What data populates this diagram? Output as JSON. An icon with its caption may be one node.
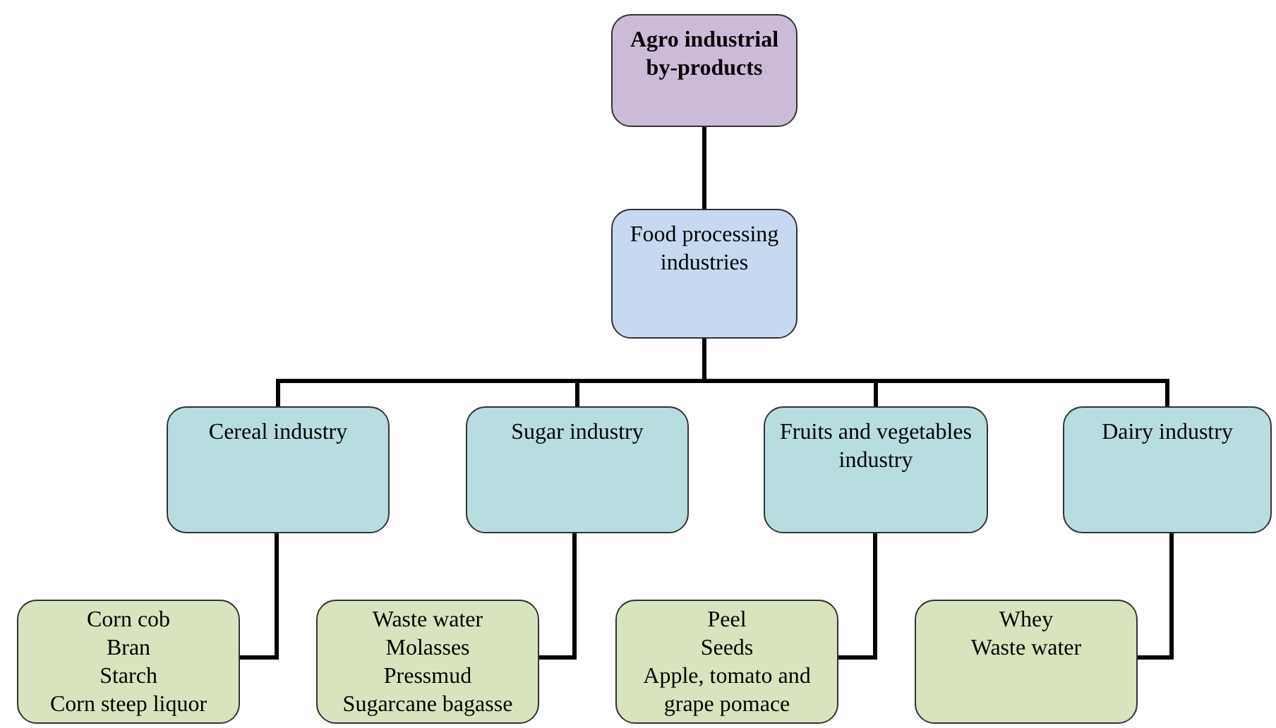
{
  "diagram": {
    "nodes": [
      {
        "text": [
          "Agro industrial by-products"
        ]
      },
      {
        "text": [
          "Food processing industries"
        ]
      },
      {
        "text": [
          "Cereal industry"
        ]
      },
      {
        "text": [
          "Sugar industry"
        ]
      },
      {
        "text": [
          "Fruits and vegetables industry"
        ]
      },
      {
        "text": [
          "Dairy industry"
        ]
      },
      {
        "text": [
          "Corn cob",
          "Bran",
          "Starch",
          "Corn steep liquor"
        ]
      },
      {
        "text": [
          "Waste water",
          "Molasses",
          "Pressmud",
          "Sugarcane bagasse"
        ]
      },
      {
        "text": [
          "Peel",
          "Seeds",
          "Apple, tomato and grape pomace"
        ]
      },
      {
        "text": [
          "Whey",
          "Waste water"
        ]
      }
    ],
    "edges": [
      {
        "from": 0,
        "to": 1,
        "arrow": "none"
      },
      {
        "from": 1,
        "to": 2,
        "arrow": "none"
      },
      {
        "from": 1,
        "to": 3,
        "arrow": "none"
      },
      {
        "from": 1,
        "to": 4,
        "arrow": "none"
      },
      {
        "from": 1,
        "to": 5,
        "arrow": "none"
      },
      {
        "from": 2,
        "to": 6,
        "arrow": "none"
      },
      {
        "from": 3,
        "to": 7,
        "arrow": "none"
      },
      {
        "from": 4,
        "to": 8,
        "arrow": "none"
      },
      {
        "from": 5,
        "to": 9,
        "arrow": "none"
      }
    ]
  }
}
